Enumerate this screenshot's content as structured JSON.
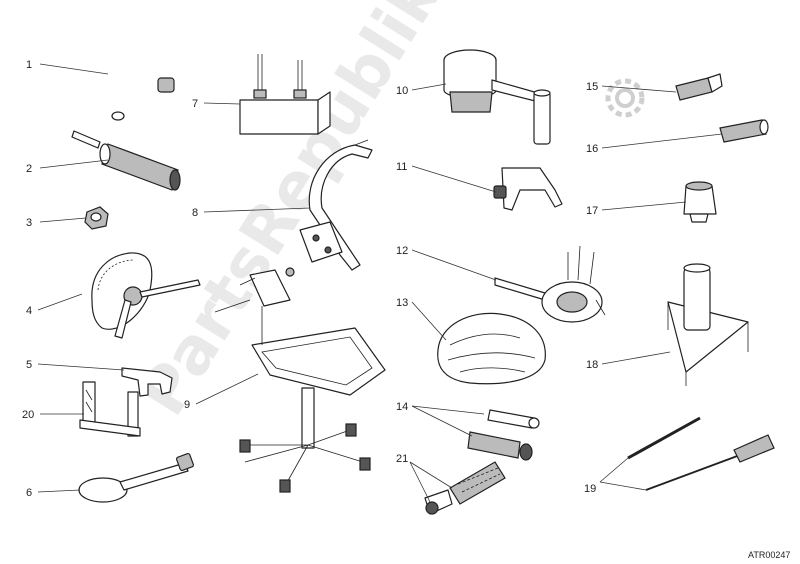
{
  "watermark": {
    "text": "PartsRepublik"
  },
  "drawing_code": "ATR00247",
  "callouts": [
    "1",
    "2",
    "3",
    "4",
    "5",
    "6",
    "7",
    "8",
    "9",
    "10",
    "11",
    "12",
    "13",
    "14",
    "15",
    "16",
    "17",
    "18",
    "19",
    "20",
    "21"
  ]
}
